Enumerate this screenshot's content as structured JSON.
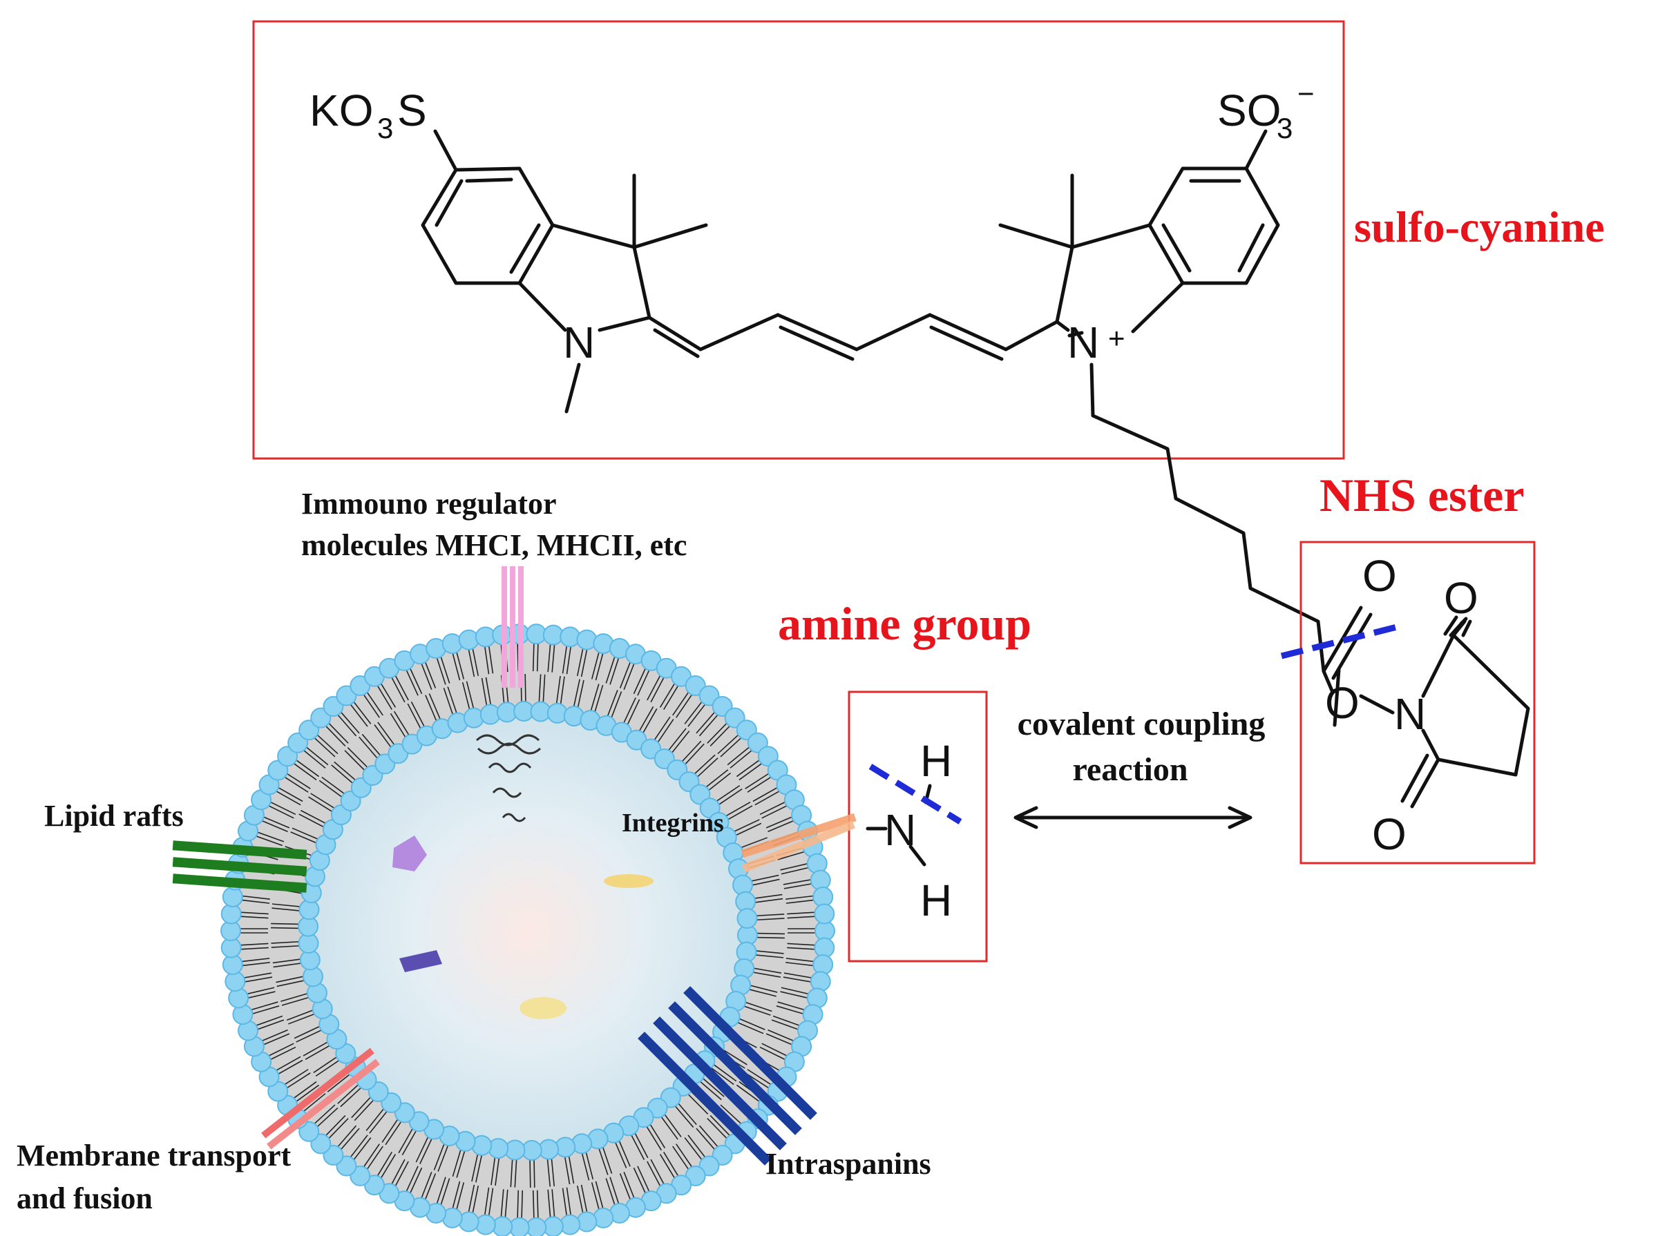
{
  "titles": {
    "cyanine": "sulfo-cyanine",
    "nhs": "NHS ester",
    "amine": "amine group"
  },
  "atoms": {
    "left_sulfo_k": "KO",
    "left_sulfo_3": "3",
    "left_sulfo_s": "S",
    "right_sulfo_so": "SO",
    "right_sulfo_3": "3",
    "right_sulfo_minus": "−",
    "n_left": "N",
    "n_right": "N",
    "n_plus": "+",
    "nhs_o_carbonyl": "O",
    "nhs_o_ester": "O",
    "nhs_n": "N",
    "nhs_o_top": "O",
    "nhs_o_bottom": "O",
    "amine_h_top": "H",
    "amine_n": "N",
    "amine_h_bottom": "H"
  },
  "reaction": {
    "line1": "covalent coupling",
    "line2": "reaction"
  },
  "membrane_labels": {
    "immuno_line1": "Immouno regulator",
    "immuno_line2": "molecules MHCI, MHCII, etc",
    "lipid_rafts": "Lipid rafts",
    "integrins": "Integrins",
    "transport_line1": "Membrane transport",
    "transport_line2": "and fusion",
    "intraspanins": "Intraspanins"
  },
  "colors": {
    "title_red": "#e8141b",
    "box_red": "#e32a2a",
    "cleavage_blue": "#1f2bd6",
    "lipid_head": "#8fd3f2",
    "lipid_rafts": "#1e7d1e",
    "integrins": "#f4a06e",
    "transport": "#ef6b6b",
    "intraspanins": "#1a3d9c",
    "immuno": "#f2a7dc"
  }
}
